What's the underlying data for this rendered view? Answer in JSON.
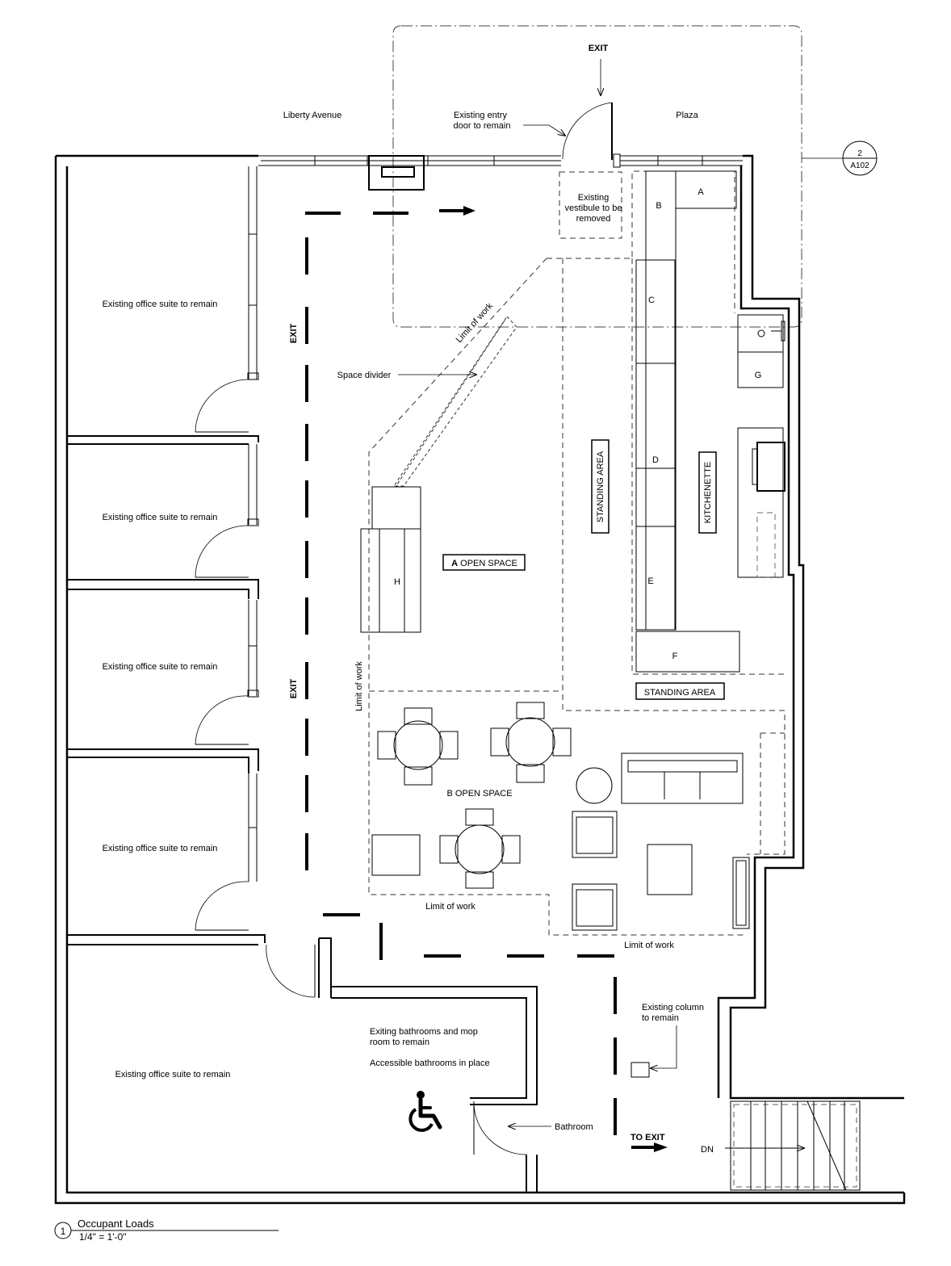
{
  "streets": {
    "left": "Liberty Avenue",
    "right": "Plaza"
  },
  "exits": {
    "top": "EXIT",
    "corridor_upper": "EXIT",
    "corridor_lower": "EXIT",
    "to_exit": "TO EXIT"
  },
  "entry_note": {
    "line1": "Existing entry",
    "line2": "door to remain"
  },
  "vestibule_note": {
    "line1": "Existing",
    "line2": "vestibule to be",
    "line3": "removed"
  },
  "section_ref": {
    "number": "2",
    "sheet": "A102"
  },
  "offices": [
    "Existing office suite to remain",
    "Existing office suite to remain",
    "Existing office suite to remain",
    "Existing office suite to remain",
    "Existing office suite to remain"
  ],
  "space_divider": "Space divider",
  "limit_of_work": "Limit of  work",
  "limit_of_work_vertical": "Limit of  work",
  "zones": {
    "a_prefix": "A",
    "a_rest": " OPEN SPACE",
    "b_open": "B OPEN SPACE",
    "standing_vertical": "STANDING  AREA",
    "standing_horizontal": "STANDING  AREA",
    "kitchenette": "KITCHENETTE"
  },
  "fixtures": {
    "a": "A",
    "b": "B",
    "c": "C",
    "d": "D",
    "e": "E",
    "f": "F",
    "g": "G",
    "h": "H"
  },
  "bathroom_note": {
    "line1": "Exiting bathrooms and mop",
    "line2": "room to remain",
    "line3": "Accessible bathrooms in place"
  },
  "bathroom_label": "Bathroom",
  "column_note": {
    "line1": "Existing column",
    "line2": "to remain"
  },
  "stair_label": "DN",
  "icons": {
    "accessible": "wheelchair-icon"
  },
  "title_block": {
    "number": "1",
    "title": "Occupant Loads",
    "scale": "1/4\" = 1'-0\""
  }
}
